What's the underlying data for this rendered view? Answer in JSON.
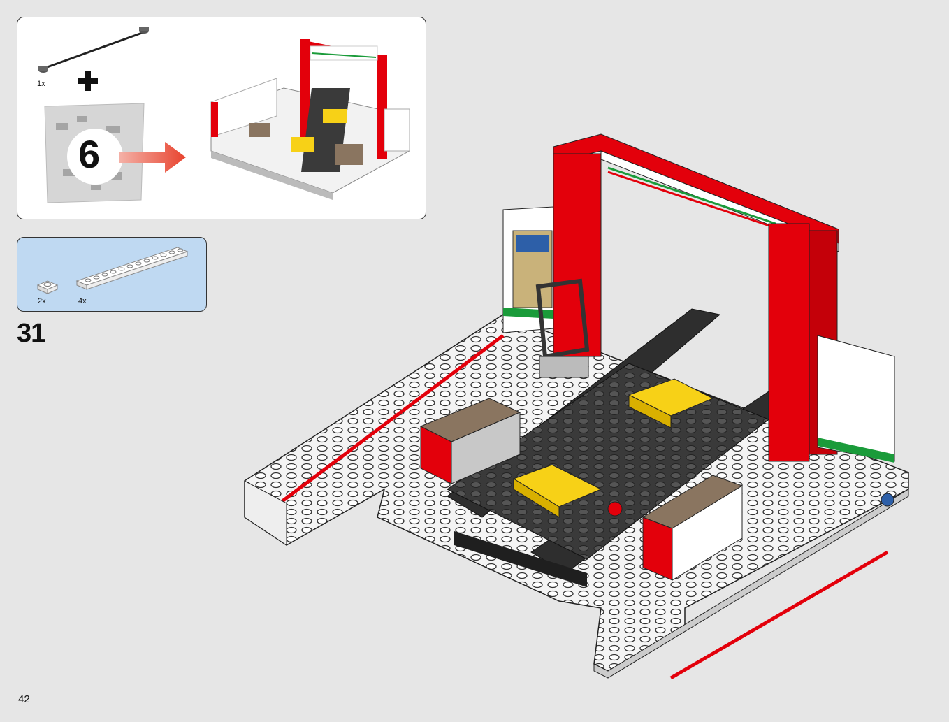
{
  "subassembly": {
    "rod_qty": "1x",
    "bag_number": "6"
  },
  "parts": {
    "items": [
      {
        "qty": "2x",
        "part": "plate 1x1"
      },
      {
        "qty": "4x",
        "part": "plate 1x12"
      }
    ]
  },
  "step": {
    "number": "31"
  },
  "page": {
    "number": "42"
  },
  "colors": {
    "red": "#e3000b",
    "yellow": "#f7d117",
    "brown": "#8a7560",
    "dark": "#3a3a3a",
    "white": "#ffffff",
    "parts_bg": "#bfd9f2"
  }
}
